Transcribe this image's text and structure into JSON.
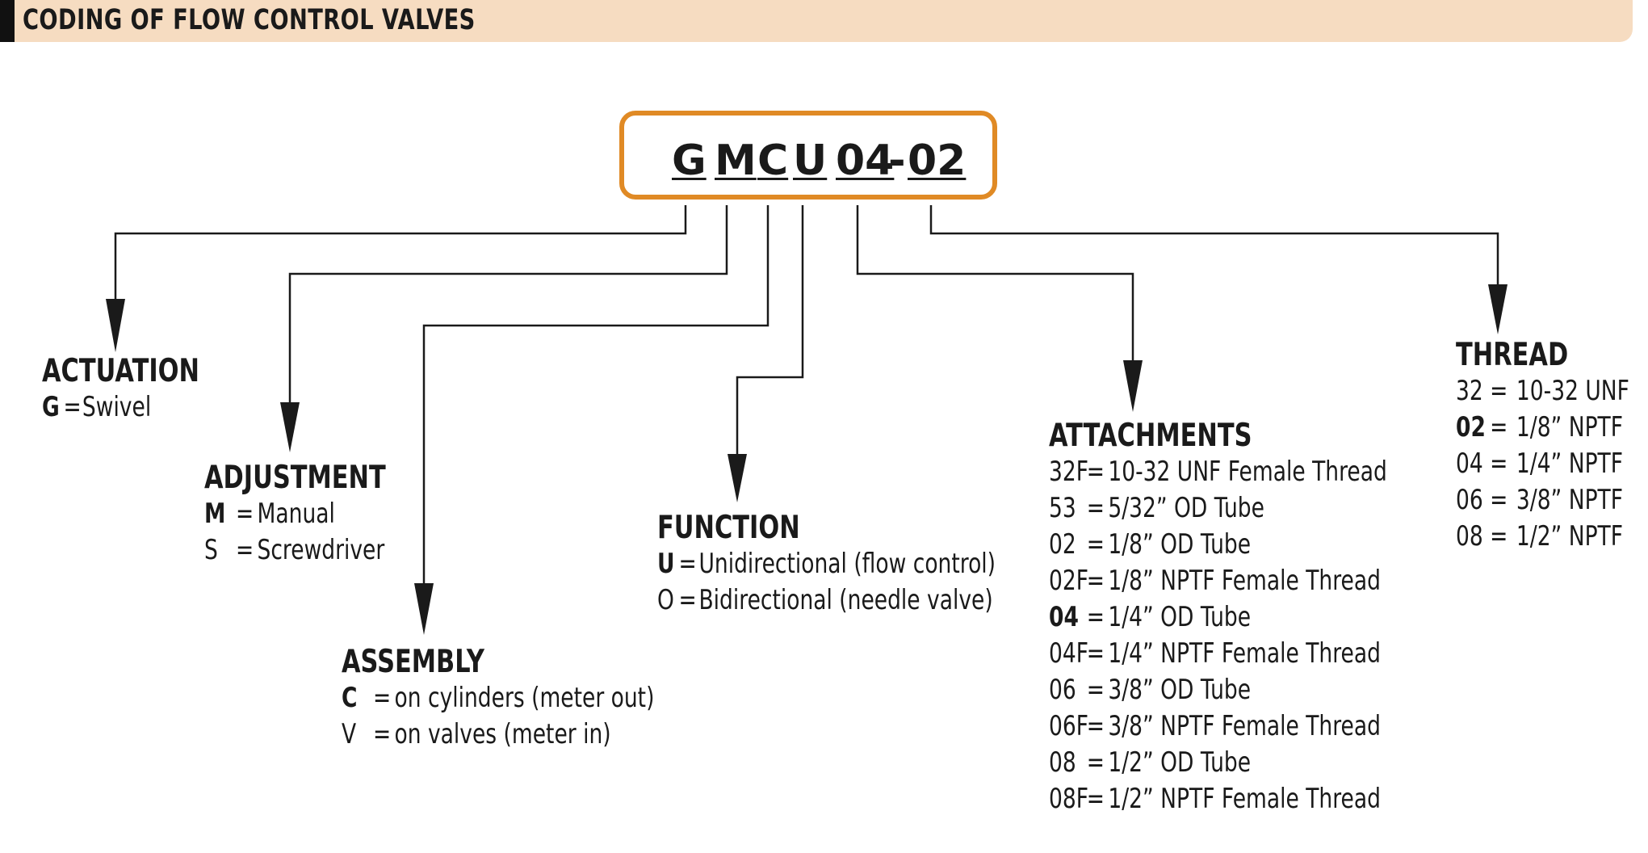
{
  "header": {
    "title": "CODING OF FLOW CONTROL VALVES"
  },
  "code_box": {
    "segments": [
      "G",
      "M",
      "C",
      "U",
      "04",
      "-",
      "02"
    ]
  },
  "groups": {
    "actuation": {
      "title": "ACTUATION",
      "rows": [
        {
          "code": "G",
          "eq": "=",
          "desc": "Swivel",
          "bold": true
        }
      ]
    },
    "adjustment": {
      "title": "ADJUSTMENT",
      "rows": [
        {
          "code": "M",
          "eq": "=",
          "desc": "Manual",
          "bold": true
        },
        {
          "code": "S",
          "eq": "=",
          "desc": "Screwdriver",
          "bold": false
        }
      ]
    },
    "assembly": {
      "title": "ASSEMBLY",
      "rows": [
        {
          "code": "C",
          "eq": "=",
          "desc": "on cylinders (meter out)",
          "bold": true
        },
        {
          "code": "V",
          "eq": "=",
          "desc": "on valves (meter in)",
          "bold": false
        }
      ]
    },
    "function": {
      "title": "FUNCTION",
      "rows": [
        {
          "code": "U",
          "eq": "=",
          "desc": "Unidirectional (flow control)",
          "bold": true
        },
        {
          "code": "O",
          "eq": "=",
          "desc": "Bidirectional (needle valve)",
          "bold": false
        }
      ]
    },
    "attachments": {
      "title": "ATTACHMENTS",
      "rows": [
        {
          "code": "32F",
          "eq": "=",
          "desc": "10-32 UNF Female Thread",
          "bold": false
        },
        {
          "code": "53",
          "eq": "=",
          "desc": "5/32” OD Tube",
          "bold": false
        },
        {
          "code": "02",
          "eq": "=",
          "desc": "1/8” OD Tube",
          "bold": false
        },
        {
          "code": "02F",
          "eq": "=",
          "desc": "1/8” NPTF Female Thread",
          "bold": false
        },
        {
          "code": "04",
          "eq": "=",
          "desc": "1/4” OD Tube",
          "bold": true
        },
        {
          "code": "04F",
          "eq": "=",
          "desc": "1/4” NPTF Female Thread",
          "bold": false
        },
        {
          "code": "06",
          "eq": "=",
          "desc": "3/8” OD Tube",
          "bold": false
        },
        {
          "code": "06F",
          "eq": "=",
          "desc": "3/8” NPTF Female Thread",
          "bold": false
        },
        {
          "code": "08",
          "eq": "=",
          "desc": "1/2” OD Tube",
          "bold": false
        },
        {
          "code": "08F",
          "eq": "=",
          "desc": "1/2” NPTF Female Thread",
          "bold": false
        }
      ]
    },
    "thread": {
      "title": "THREAD",
      "rows": [
        {
          "code": "32",
          "eq": "=",
          "desc": "10-32 UNF",
          "bold": false
        },
        {
          "code": "02",
          "eq": "=",
          "desc": "1/8” NPTF",
          "bold": true
        },
        {
          "code": "04",
          "eq": "=",
          "desc": "1/4” NPTF",
          "bold": false
        },
        {
          "code": "06",
          "eq": "=",
          "desc": "3/8” NPTF",
          "bold": false
        },
        {
          "code": "08",
          "eq": "=",
          "desc": "1/2” NPTF",
          "bold": false
        }
      ]
    }
  },
  "colors": {
    "header_bg": "#f6dcc1",
    "box_border": "#e08a25",
    "ink": "#1a1a1a"
  }
}
